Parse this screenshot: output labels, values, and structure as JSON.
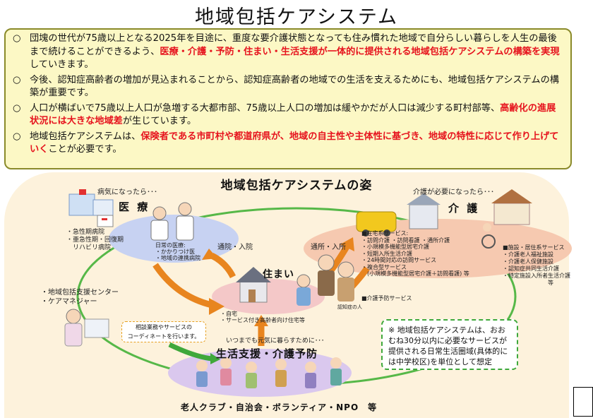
{
  "title": "地域包括ケアシステム",
  "bullets": [
    {
      "mark": "○",
      "parts": [
        {
          "t": "団塊の世代が75歳以上となる2025年を目途に、重度な要介護状態となっても住み慣れた地域で自分らしい暮らしを人生の最後まで続けることができるよう、",
          "red": false
        },
        {
          "t": "医療・介護・予防・住まい・生活支援が一体的に提供される地域包括ケアシステムの構築を実現",
          "red": true
        },
        {
          "t": "していきます。",
          "red": false
        }
      ]
    },
    {
      "mark": "○",
      "parts": [
        {
          "t": "今後、認知症高齢者の増加が見込まれることから、認知症高齢者の地域での生活を支えるためにも、地域包括ケアシステムの構築が重要です。",
          "red": false
        }
      ]
    },
    {
      "mark": "○",
      "parts": [
        {
          "t": "人口が横ばいで75歳以上人口が急増する大都市部、75歳以上人口の増加は緩やかだが人口は減少する町村部等、",
          "red": false
        },
        {
          "t": "高齢化の進展状況には大きな地域差",
          "red": true
        },
        {
          "t": "が生じています。",
          "red": false
        }
      ]
    },
    {
      "mark": "○",
      "parts": [
        {
          "t": "地域包括ケアシステムは、",
          "red": false
        },
        {
          "t": "保険者である市町村や都道府県が、地域の自主性や主体性に基づき、地域の特性に応じて作り上げていく",
          "red": true
        },
        {
          "t": "ことが必要です。",
          "red": false
        }
      ]
    }
  ],
  "diagram": {
    "title": "地域包括ケアシステムの姿",
    "medical": {
      "caption": "病気になったら･･･",
      "heading": "医 療",
      "hospitals": [
        "・急性期病院",
        "・亜急性期・回復期",
        "　リハビリ病院"
      ],
      "daily": [
        "日常の医療:",
        "・かかりつけ医",
        "・地域の連携病院"
      ]
    },
    "care": {
      "caption": "介護が必要になったら･･･",
      "heading": "介 護",
      "home_title": "■在宅系サービス:",
      "home_items": [
        "・訪問介護 ・訪問看護 ・通所介護",
        "・小規模多機能型居宅介護",
        "・短期入所生活介護",
        "・24時間対応の訪問サービス",
        "・複合型サービス",
        "　(小規模多機能型居宅介護＋訪問看護) 等"
      ],
      "prevention": "■介護予防サービス",
      "facility_title": "■施設・居住系サービス",
      "facility_items": [
        "・介護老人福祉施設",
        "・介護老人保健施設",
        "・認知症共同生活介護",
        "・特定施設入所者生活介護",
        "　　　　　　　　等"
      ]
    },
    "home": {
      "heading": "住まい",
      "items": [
        "・自宅",
        "・サービス付き高齢者向け住宅等"
      ],
      "person": "認知症の人"
    },
    "commute_left": "通院・入院",
    "commute_right": "通所・入所",
    "support_center": [
      "・地域包括支援センター",
      "・ケアマネジャー"
    ],
    "coordinate": [
      "相談業務やサービスの",
      "コーディネートを行います。"
    ],
    "living": {
      "caption": "いつまでも元気に暮らすために･･･",
      "heading": "生活支援・介護予防"
    },
    "note_mark": "※",
    "note": "地域包括ケアシステムは、おおむね30分以内に必要なサービスが提供される日常生活圏域(具体的には中学校区)を単位として想定",
    "footer": "老人クラブ・自治会・ボランティア・NPO　等"
  },
  "colors": {
    "red": "#e6141e",
    "intro_bg": "#fcf8c5",
    "diagram_bg": "#fdf2dc",
    "medical": "#c7d2f2",
    "care": "#f6c9b0",
    "living": "#dac8ee",
    "home": "#f4c8c8",
    "ring": "#56b848",
    "arrow": "#e8851f"
  }
}
